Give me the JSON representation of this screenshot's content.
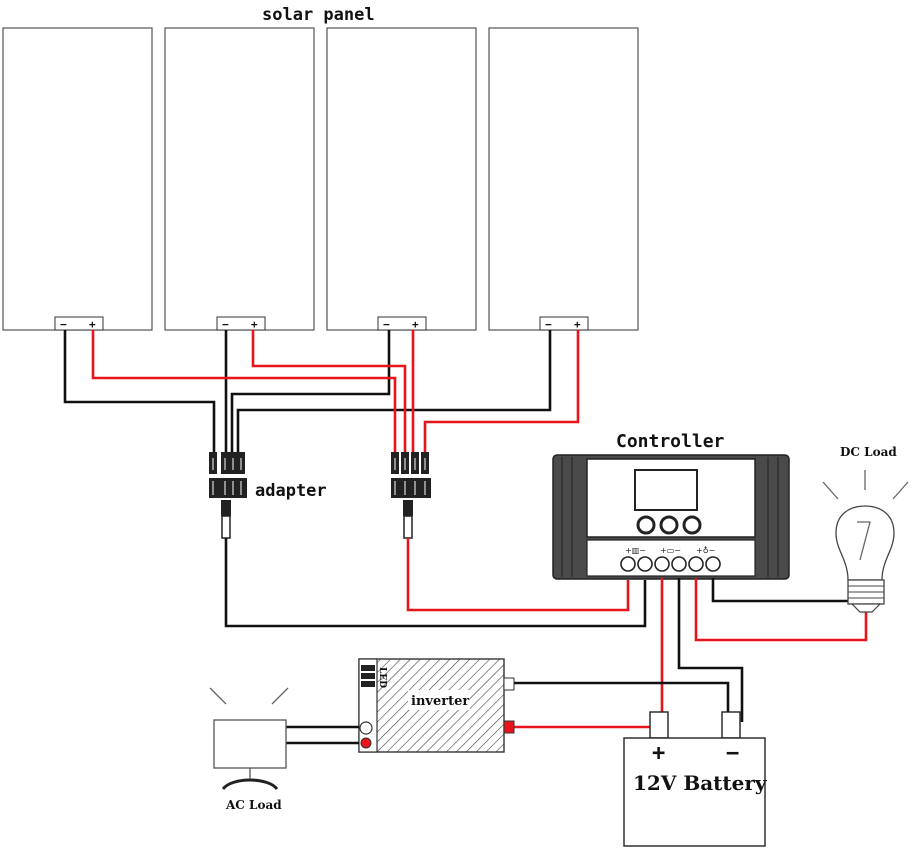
{
  "labels": {
    "solar_panel": "solar panel",
    "adapter": "adapter",
    "controller": "Controller",
    "dc_load": "DC Load",
    "inverter": "inverter",
    "led": "LED",
    "ac_load": "AC Load",
    "battery": "12V Battery",
    "battery_plus": "+",
    "battery_minus": "−",
    "terminal_minus": "−",
    "terminal_plus": "+"
  },
  "colors": {
    "positive_wire": "#e8141c",
    "negative_wire": "#111111",
    "outline": "#555555"
  },
  "icons": [
    "bulb-icon",
    "monitor-icon",
    "battery-icon",
    "connector-icon"
  ]
}
